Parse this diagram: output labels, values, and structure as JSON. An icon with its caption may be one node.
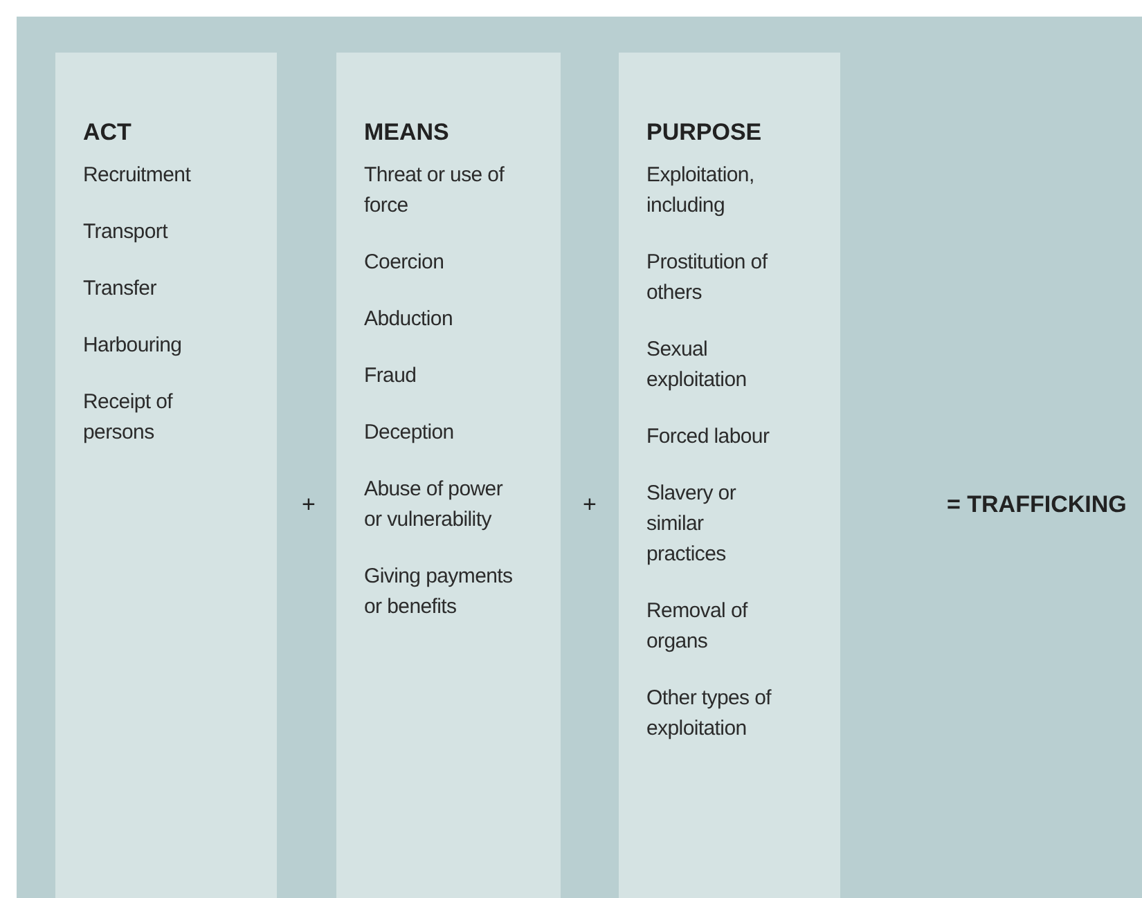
{
  "diagram": {
    "nodes": [
      {
        "text": [
          "ACT",
          "Recruitment",
          "Transport",
          "Transfer",
          "Harbouring",
          "Receipt of persons"
        ]
      },
      {
        "text": [
          "MEANS",
          "Threat or use of force",
          "Coercion",
          "Abduction",
          "Fraud",
          "Deception",
          "Abuse of power or vulnerability",
          "Giving payments or benefits"
        ]
      },
      {
        "text": [
          "PURPOSE",
          "Exploitation, including",
          "Prostitution of others",
          "Sexual exploitation",
          "Forced labour",
          "Slavery or similar practices",
          "Removal of organs",
          "Other types of exploitation"
        ]
      }
    ],
    "labels": [
      "+",
      "+",
      "= TRAFFICKING"
    ]
  }
}
